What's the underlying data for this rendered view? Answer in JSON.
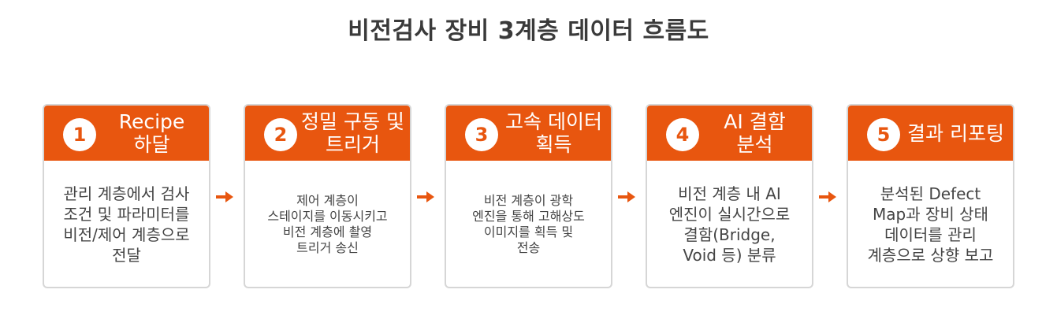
{
  "title": "비전검사 장비 3계층 데이터 흐름도",
  "colors": {
    "accent": "#e8560f",
    "card_border": "#d6d6d6",
    "text": "#444444"
  },
  "steps": [
    {
      "number": "1",
      "title": "Recipe\n하달",
      "body": "관리 계층에서 검사\n조건 및 파라미터를\n비전/제어 계층으로\n전달"
    },
    {
      "number": "2",
      "title": "정밀 구동 및\n트리거",
      "body": "제어 계층이\n스테이지를 이동시키고\n비전 계층에 촬영\n트리거 송신"
    },
    {
      "number": "3",
      "title": "고속 데이터\n획득",
      "body": "비전 계층이 광학\n엔진을 통해 고해상도\n이미지를 획득 및\n전송"
    },
    {
      "number": "4",
      "title": "AI 결함\n분석",
      "body": "비전 계층 내 AI\n엔진이 실시간으로\n결함(Bridge,\nVoid 등) 분류"
    },
    {
      "number": "5",
      "title": "결과 리포팅",
      "body": "분석된 Defect\nMap과 장비 상태\n데이터를 관리\n계층으로 상향 보고"
    }
  ],
  "arrow_icon": "arrow-right-icon"
}
